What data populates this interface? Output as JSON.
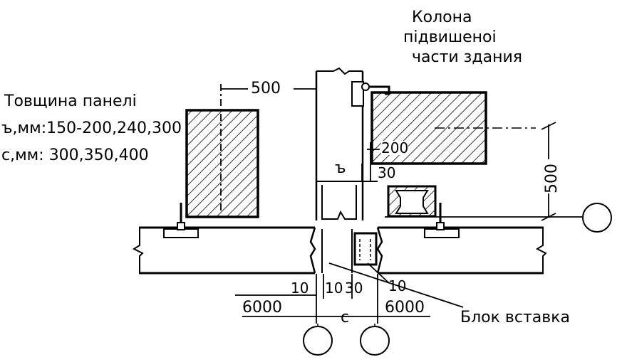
{
  "labels": {
    "column_title_line1": "Колона",
    "column_title_line2": "підвишеноі",
    "column_title_line3": "части здания",
    "panel_thickness_title": "Товщина панелі",
    "b_values": "ъ,мм:150-200,240,300",
    "c_values": "с,мм: 300,350,400",
    "dim_500_top": "500",
    "dim_500_right": "500",
    "dim_200": "200",
    "dim_30_right": "30",
    "dim_b": "ъ",
    "bottom_10_left": "10",
    "bottom_10_mid": "10",
    "bottom_30": "30",
    "bottom_10_right": "10",
    "grid_6000_left": "6000",
    "grid_6000_right": "6000",
    "grid_c": "с",
    "insert_block": "Блок вставка"
  }
}
